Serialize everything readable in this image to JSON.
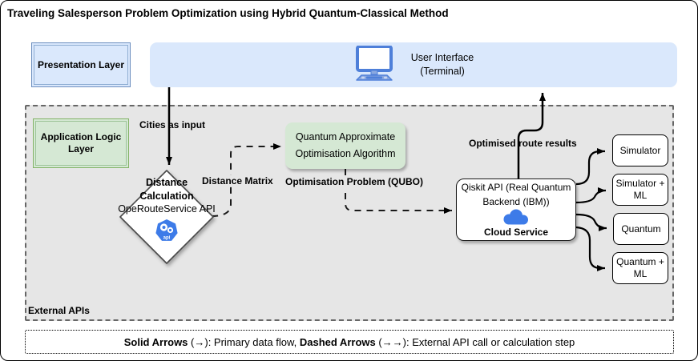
{
  "title": "Traveling Salesperson Problem Optimization using Hybrid Quantum-Classical Method",
  "presentation_layer": {
    "label": "Presentation Layer"
  },
  "user_interface": {
    "line1": "User Interface",
    "line2": "(Terminal)"
  },
  "application_layer": {
    "line1": "Application Logic",
    "line2": "Layer"
  },
  "external_region": {
    "label": "External APIs"
  },
  "edge_labels": {
    "cities": "Cities as input",
    "distance_matrix": "Distance Matrix",
    "qubo": "Optimisation Problem (QUBO)",
    "optimised": "Optimised route results"
  },
  "distance_node": {
    "line1": "Distance",
    "line2": "Calculation",
    "line3": "OpeRouteService API",
    "icon_label": "api"
  },
  "qaoa_node": {
    "line1": "Quantum Approximate",
    "line2": "Optimisation Algorithm"
  },
  "qiskit_node": {
    "line1": "Qiskit API (Real Quantum",
    "line2": "Backend (IBM))",
    "label": "Cloud Service"
  },
  "backends": [
    {
      "label": "Simulator"
    },
    {
      "label": "Simulator + ML"
    },
    {
      "label": "Quantum"
    },
    {
      "label": "Quantum + ML"
    }
  ],
  "legend": {
    "bold1": "Solid Arrows",
    "text1": " (→): Primary data flow, ",
    "bold2": "Dashed Arrows",
    "text2": " (→→): External API call or calculation step"
  },
  "colors": {
    "blue_fill": "#dae8fc",
    "blue_stroke": "#6c8ebf",
    "green_fill": "#d5e8d4",
    "green_stroke": "#82b366",
    "region_fill": "#e6e6e6",
    "icon_blue": "#4e7fd9",
    "cloud_blue": "#3d7be8"
  }
}
